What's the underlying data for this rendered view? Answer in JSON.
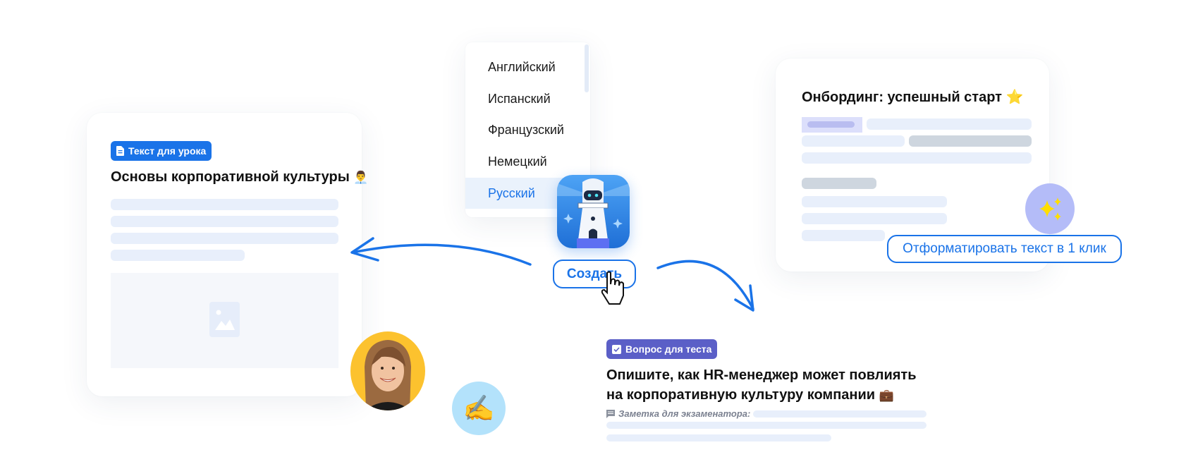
{
  "lesson_card": {
    "badge": "Текст для урока",
    "title": "Основы корпоративной культуры",
    "title_emoji": "👨‍💼"
  },
  "language_dropdown": {
    "items": [
      "Английский",
      "Испанский",
      "Французский",
      "Немецкий",
      "Русский"
    ],
    "selected": "Русский"
  },
  "create_button": "Создать",
  "onboarding_card": {
    "title": "Онбординг: успешный старт",
    "title_emoji": "⭐",
    "format_button": "Отформатировать текст в 1 клик"
  },
  "quiz_card": {
    "badge": "Вопрос для теста",
    "title_line1": "Опишите, как HR-менеджер может повлиять",
    "title_line2": "на корпоративную культуру компании",
    "title_emoji": "💼",
    "note_label": "Заметка для экзаменатора:"
  },
  "avatar_emoji": "✍️",
  "colors": {
    "accent": "#1a73e8",
    "quiz_badge": "#5b5fc7",
    "sparkle_bg": "#b4bcf8",
    "avatar_bg": "#fcc22e"
  }
}
